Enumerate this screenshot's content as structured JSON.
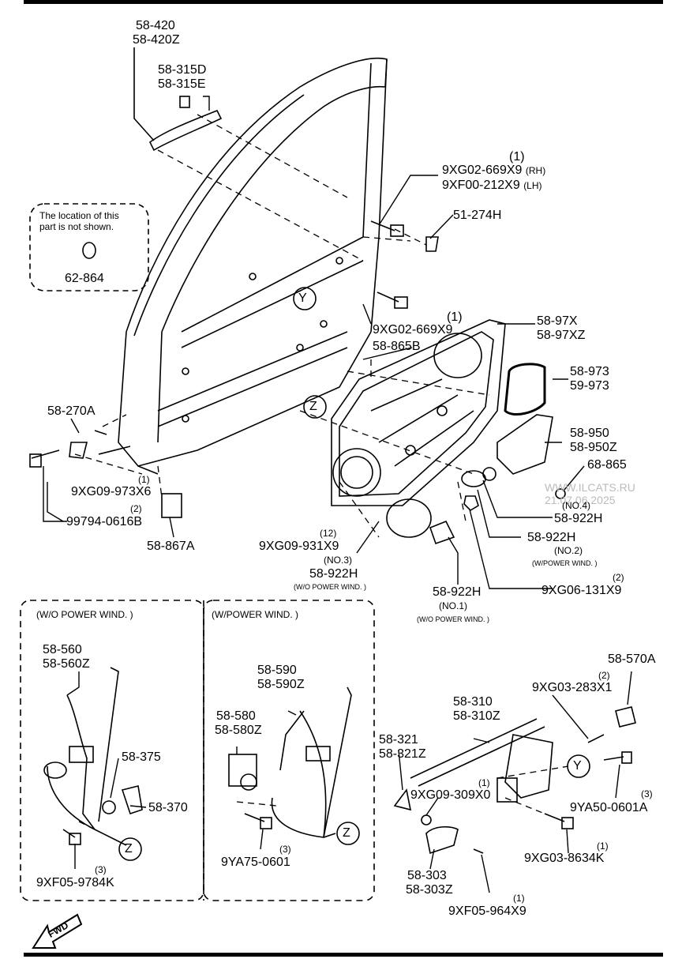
{
  "labels": {
    "handle_a": "58-420",
    "handle_b": "58-420Z",
    "cap_a": "58-315D",
    "cap_b": "58-315E",
    "bolt_top_qty": "(1)",
    "bolt_top_rh": "9XG02-669X9",
    "bolt_top_rh_suffix": "(RH)",
    "bolt_top_lh": "9XF00-212X9",
    "bolt_top_lh_suffix": "(LH)",
    "nut_top": "51-274H",
    "note_text": "The location of this part is not shown.",
    "note_part": "62-864",
    "callout_y": "Y",
    "callout_z": "Z",
    "bolt_mid_qty": "(1)",
    "bolt_mid": "9XG02-669X9",
    "clip_865b": "58-865B",
    "panel_a": "58-97X",
    "panel_b": "58-97XZ",
    "seal_a": "58-973",
    "seal_b": "59-973",
    "cover_a": "58-950",
    "cover_b": "58-950Z",
    "clip_68": "68-865",
    "no4": "(NO.4)",
    "plug_no4": "58-922H",
    "plug_no2": "58-922H",
    "no2": "(NO.2)",
    "no2_note": "(W/POWER WIND. )",
    "nut_side_qty": "(2)",
    "nut_side": "9XG06-131X9",
    "plug_no1": "58-922H",
    "no1": "(NO.1)",
    "no1_note": "(W/O POWER WIND. )",
    "no3": "(NO.3)",
    "plug_no3": "58-922H",
    "no3_note": "(W/O POWER WIND. )",
    "bolt_12_qty": "(12)",
    "bolt_12": "9XG09-931X9",
    "bracket": "58-270A",
    "bolt_1_qty": "(1)",
    "bolt_1": "9XG09-973X6",
    "bolt_2_qty": "(2)",
    "bolt_2": "99794-0616B",
    "clip_867a": "58-867A",
    "box_left_title": "(W/O POWER WIND. )",
    "box_right_title": "(W/POWER WIND. )",
    "reg_man_a": "58-560",
    "reg_man_b": "58-560Z",
    "crank_375": "58-375",
    "crank_370": "58-370",
    "bolt_3_qty": "(3)",
    "bolt_3": "9XF05-9784K",
    "reg_pw_a": "58-590",
    "reg_pw_b": "58-590Z",
    "motor_a": "58-580",
    "motor_b": "58-580Z",
    "bolt_pw_qty": "(3)",
    "bolt_pw": "9YA75-0601",
    "latch_570a": "58-570A",
    "bolt_latch_qty": "(2)",
    "bolt_latch": "9XG03-283X1",
    "rod_a": "58-310",
    "rod_b": "58-310Z",
    "knob_a": "58-321",
    "knob_b": "58-321Z",
    "screw_qty": "(1)",
    "screw": "9XG09-309X0",
    "bolt_ya50_qty": "(3)",
    "bolt_ya50": "9YA50-0601A",
    "bolt_8634_qty": "(1)",
    "bolt_8634": "9XG03-8634K",
    "inner_a": "58-303",
    "inner_b": "58-303Z",
    "screw_964_qty": "(1)",
    "screw_964": "9XF05-964X9",
    "fwd": "FWD",
    "watermark_1": "WWW.ILCATS.RU",
    "watermark_2": "21.07.06.2025"
  }
}
